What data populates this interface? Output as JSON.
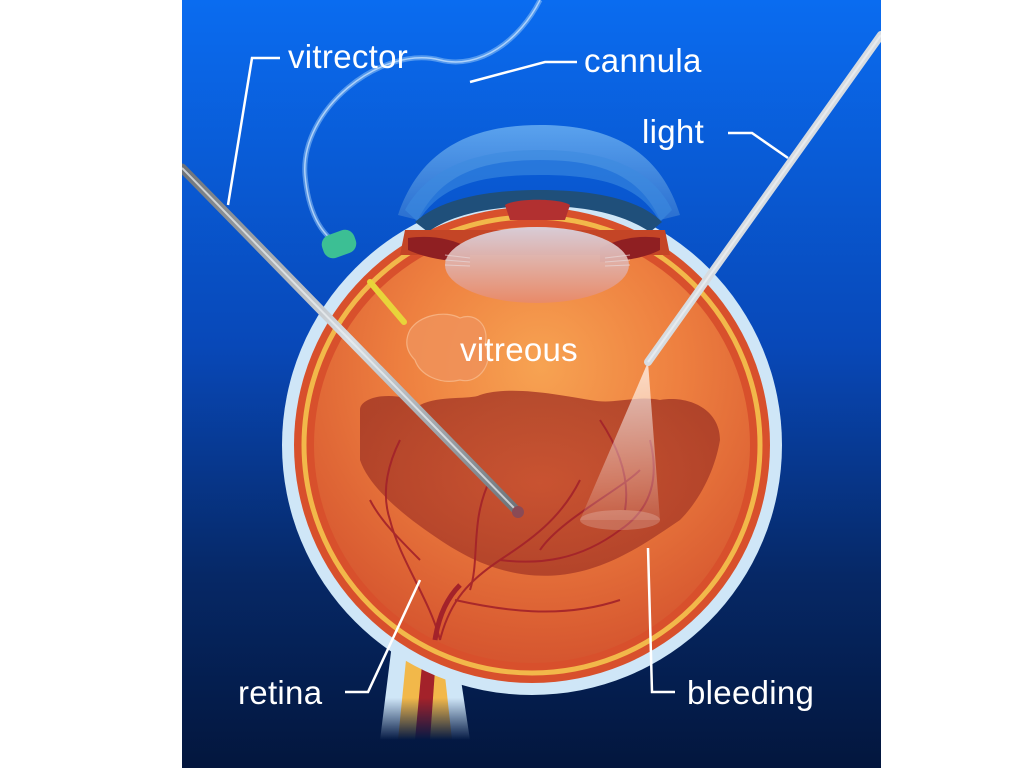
{
  "diagram": {
    "type": "medical-illustration",
    "subject": "vitrectomy of the eye",
    "colors": {
      "background_top": "#0a6cf0",
      "background_bottom": "#03163d",
      "sclera": "#cfe6f7",
      "choroid": "#d8502c",
      "retina_layer": "#f2b84a",
      "vitreous": "#e8733c",
      "bleeding": "#b2402a",
      "vessel": "#a3222a",
      "instrument": "#a8adb3",
      "cannula_port": "#3cbf94",
      "label_text": "#ffffff"
    },
    "labels": {
      "vitrector": "vitrector",
      "cannula": "cannula",
      "light": "light",
      "vitreous": "vitreous",
      "retina": "retina",
      "bleeding": "bleeding"
    }
  }
}
